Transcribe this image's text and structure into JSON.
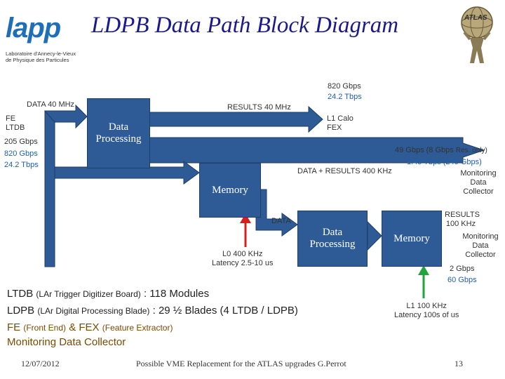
{
  "header": {
    "title": "LDPB Data Path Block Diagram",
    "logo_text": "lapp",
    "logo_subtitle": "Laboratoire d'Annecy-le-Vieux de Physique des Particules",
    "atlas_logo_text": "ATLAS"
  },
  "diagram": {
    "labels": {
      "data_40": "DATA  40 MHz",
      "fe_ltdb": "FE\nLTDB",
      "fe_bw1": "205 Gbps",
      "fe_bw2": "820 Gbps",
      "fe_bw3": "24.2 Tbps",
      "results_40": "RESULTS 40 MHz",
      "l1calo_bw1": "820 Gbps",
      "l1calo_bw2": "24.2 Tbps",
      "l1calo_fex": "L1 Calo\nFEX",
      "data_results_400": "DATA + RESULTS 400 KHz",
      "mon_bw1": "49 Gbps (8 Gbps",
      "mon_bw1_small": "Res. only)",
      "mon_bw2": "1.45 Tbps (240 Gbps)",
      "mon_collector_top": "Monitoring\nData\nCollector",
      "data": "DATA",
      "l0": "L0 400 KHz\nLatency 2.5-10 us",
      "results_100": "RESULTS\n100 KHz",
      "mon_collector_right": "Monitoring\nData\nCollector",
      "mon_bw_right1": "2 Gbps",
      "mon_bw_right2": "60 Gbps",
      "l1_100": "L1 100 KHz\nLatency 100s of us"
    },
    "boxes": {
      "data_processing_1": "Data\nProcessing",
      "memory_1": "Memory",
      "data_processing_2": "Data\nProcessing",
      "memory_2": "Memory"
    },
    "colors": {
      "box_fill": "#2e5b96",
      "arrow_red": "#d42020",
      "arrow_green": "#1fa53a",
      "text_blue": "#1f5fa8",
      "title_blue": "#1a1a8c"
    }
  },
  "legend": {
    "line1_main": "LTDB",
    "line1_small": "(LAr Trigger Digitizer Board)",
    "line1_rest": ": 118 Modules",
    "line2_main": "LDPB",
    "line2_small": "(LAr Digital Processing Blade)",
    "line2_rest": ": 29 ½ Blades (4 LTDB / LDPB)",
    "line3_a": "FE",
    "line3_a_small": "(Front End)",
    "line3_amp": "&",
    "line3_b": "FEX",
    "line3_b_small": "(Feature Extractor)",
    "line4": "Monitoring Data Collector"
  },
  "footer": {
    "date": "12/07/2012",
    "center": "Possible VME Replacement for the ATLAS upgrades  G.Perrot",
    "page": "13"
  }
}
